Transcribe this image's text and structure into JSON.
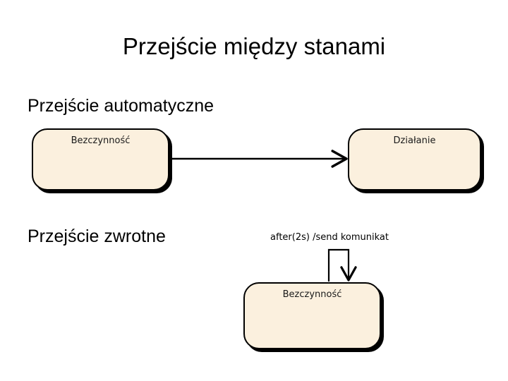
{
  "slide": {
    "title": "Przejście między stanami",
    "background_color": "#ffffff",
    "text_color": "#000000"
  },
  "theme": {
    "state_fill": "#fbf0de",
    "state_border": "#000000",
    "shadow": "#000000",
    "arrow": "#000000"
  },
  "sections": {
    "automatic": {
      "label": "Przejście automatyczne",
      "states": [
        {
          "name": "Bezczynność"
        },
        {
          "name": "Działanie"
        }
      ],
      "transition": {
        "kind": "automatic",
        "from": "Bezczynność",
        "to": "Działanie",
        "label": ""
      }
    },
    "self": {
      "label": "Przejście zwrotne",
      "states": [
        {
          "name": "Bezczynność"
        }
      ],
      "transition": {
        "kind": "self",
        "from": "Bezczynność",
        "to": "Bezczynność",
        "label": "after(2s) /send komunikat"
      }
    }
  }
}
